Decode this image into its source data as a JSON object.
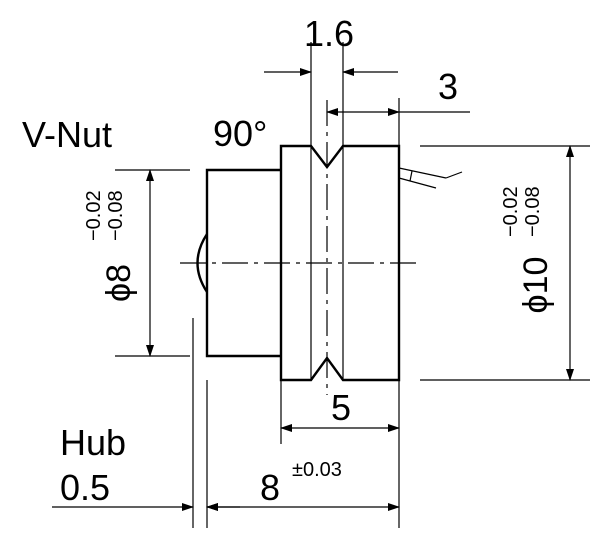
{
  "labels": {
    "v_nut": "V-Nut",
    "angle": "90°",
    "hub": "Hub",
    "hub_value": "0.5",
    "groove_width": "1.6",
    "groove_offset": "3",
    "body_width": "5",
    "total_length": "8",
    "total_length_tol": "±0.03",
    "dia_small": "ϕ8",
    "dia_small_tol_upper": "−0.02",
    "dia_small_tol_lower": "−0.08",
    "dia_large": "ϕ10",
    "dia_large_tol_upper": "−0.02",
    "dia_large_tol_lower": "−0.08"
  }
}
